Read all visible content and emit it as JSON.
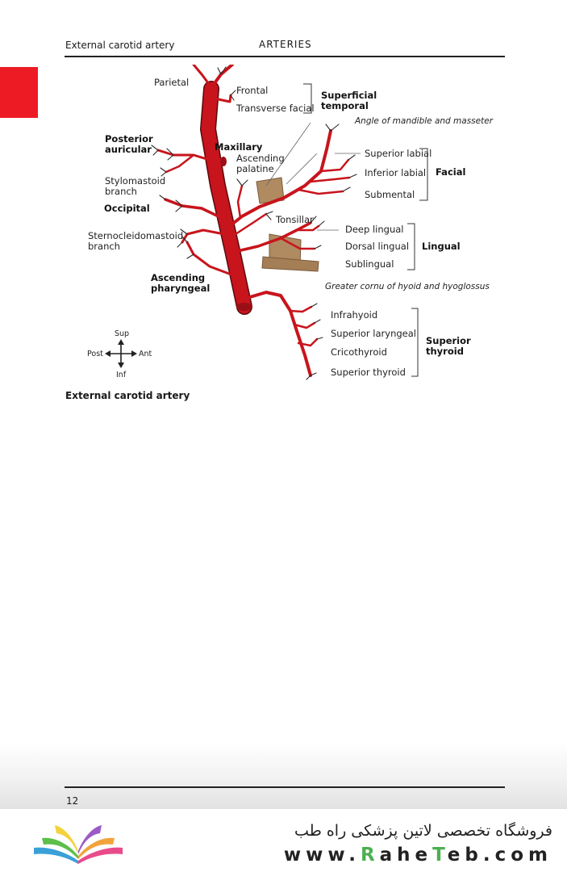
{
  "header": {
    "left": "External carotid artery",
    "center": "ARTERIES"
  },
  "diagram": {
    "labels": {
      "parietal": "Parietal",
      "frontal": "Frontal",
      "transverse_facial": "Transverse facial",
      "superficial_temporal_1": "Superficial",
      "superficial_temporal_2": "temporal",
      "angle_mandible": "Angle of mandible and masseter",
      "posterior_auricular_1": "Posterior",
      "posterior_auricular_2": "auricular",
      "maxillary": "Maxillary",
      "ascending_palatine_1": "Ascending",
      "ascending_palatine_2": "palatine",
      "stylomastoid_1": "Stylomastoid",
      "stylomastoid_2": "branch",
      "superior_labial": "Superior labial",
      "inferior_labial": "Inferior labial",
      "facial": "Facial",
      "submental": "Submental",
      "occipital": "Occipital",
      "tonsillar": "Tonsillar",
      "deep_lingual": "Deep lingual",
      "scm_1": "Sternocleidomastoid",
      "scm_2": "branch",
      "dorsal_lingual": "Dorsal lingual",
      "lingual": "Lingual",
      "sublingual": "Sublingual",
      "ascending_pharyngeal_1": "Ascending",
      "ascending_pharyngeal_2": "pharyngeal",
      "greater_cornu": "Greater cornu of hyoid and hyoglossus",
      "infrahyoid": "Infrahyoid",
      "superior_laryngeal": "Superior laryngeal",
      "superior_thyroid_1": "Superior",
      "superior_thyroid_2": "thyroid",
      "cricothyroid": "Cricothyroid",
      "superior_thyroid_branch": "Superior thyroid"
    },
    "compass": {
      "sup": "Sup",
      "inf": "Inf",
      "post": "Post",
      "ant": "Ant"
    },
    "colors": {
      "artery": "#c8141c",
      "bone": "#b08a60",
      "tab": "#ed1c24"
    }
  },
  "caption": "External carotid artery",
  "footer": {
    "page_number": "12"
  },
  "store": {
    "name_fa": "فروشگاه تخصصی لاتین پزشکی  راه طب",
    "url_part1": "www.",
    "url_part2": "R",
    "url_part3": "ahe",
    "url_part4": "T",
    "url_part5": "eb.com"
  }
}
